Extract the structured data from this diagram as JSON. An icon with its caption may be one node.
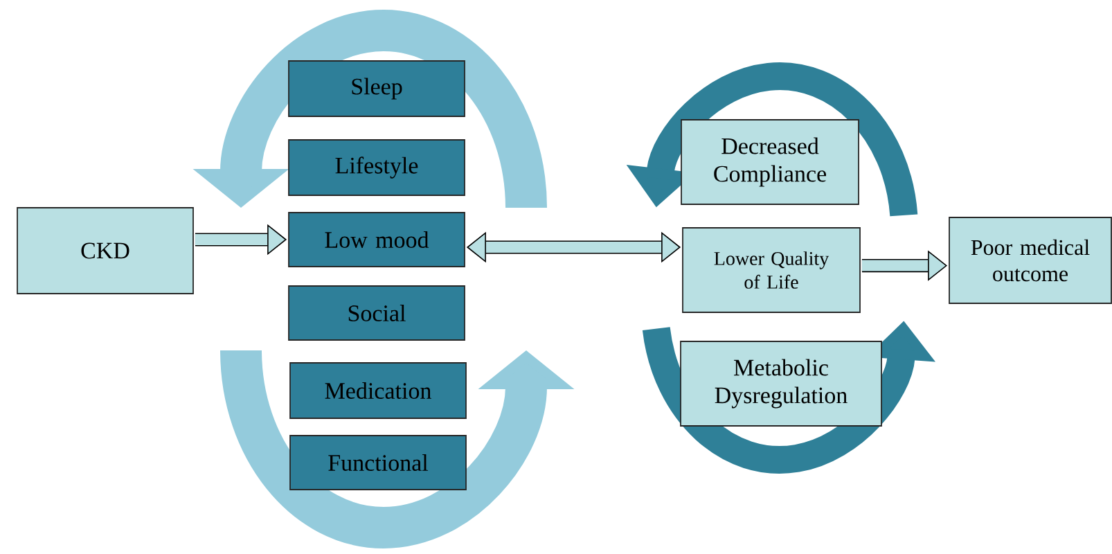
{
  "diagram": {
    "nodes": [
      {
        "text": [
          "CKD"
        ]
      },
      {
        "text": [
          "Sleep"
        ]
      },
      {
        "text": [
          "Lifestyle"
        ]
      },
      {
        "text": [
          "Low mood"
        ]
      },
      {
        "text": [
          "Social"
        ]
      },
      {
        "text": [
          "Medication"
        ]
      },
      {
        "text": [
          "Functional"
        ]
      },
      {
        "text": [
          "Decreased Compliance"
        ]
      },
      {
        "text": [
          "Lower Quality of Life"
        ]
      },
      {
        "text": [
          "Metabolic Dysregulation"
        ]
      },
      {
        "text": [
          "Poor medical outcome"
        ]
      }
    ],
    "edges": [
      {
        "from": 0,
        "to": 3,
        "arrow": "to"
      },
      {
        "from": 3,
        "to": 8,
        "arrow": "both"
      },
      {
        "from": 8,
        "to": 10,
        "arrow": "to"
      }
    ]
  }
}
